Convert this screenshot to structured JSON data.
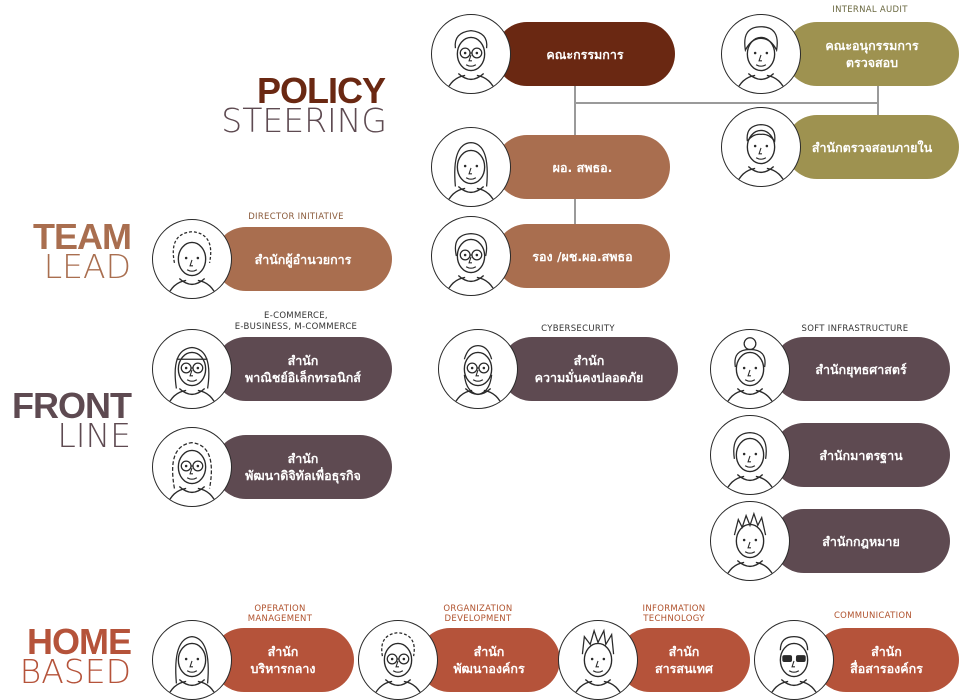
{
  "sections": {
    "policy": {
      "bold": "POLICY",
      "light": "STEERING"
    },
    "team": {
      "bold": "TEAM",
      "light": "LEAD"
    },
    "front": {
      "bold": "FRONT",
      "light": "LINE"
    },
    "home": {
      "bold": "HOME",
      "light": "BASED"
    }
  },
  "nodes": {
    "board": {
      "label": "คณะกรรมการ"
    },
    "audit_committee": {
      "caption": "INTERNAL AUDIT",
      "line1": "คณะอนุกรรมการ",
      "line2": "ตรวจสอบ"
    },
    "internal_audit_office": {
      "label": "สำนักตรวจสอบภายใน"
    },
    "director": {
      "label": "ผอ. สพธอ."
    },
    "deputy": {
      "label": "รอง /ผช.ผอ.สพธอ"
    },
    "director_office": {
      "caption": "DIRECTOR INITIATIVE",
      "label": "สำนักผู้อำนวยการ"
    },
    "ecommerce": {
      "caption1": "E-COMMERCE,",
      "caption2": "E-BUSINESS, M-COMMERCE",
      "line1": "สำนัก",
      "line2": "พาณิชย์อิเล็กทรอนิกส์"
    },
    "digital_business": {
      "line1": "สำนัก",
      "line2": "พัฒนาดิจิทัลเพื่อธุรกิจ"
    },
    "cybersecurity": {
      "caption": "CYBERSECURITY",
      "line1": "สำนัก",
      "line2": "ความมั่นคงปลอดภัย"
    },
    "strategy": {
      "caption": "SOFT INFRASTRUCTURE",
      "label": "สำนักยุทธศาสตร์"
    },
    "standards": {
      "label": "สำนักมาตรฐาน"
    },
    "law": {
      "label": "สำนักกฎหมาย"
    },
    "operation": {
      "caption1": "OPERATION",
      "caption2": "MANAGEMENT",
      "line1": "สำนัก",
      "line2": "บริหารกลาง"
    },
    "organization": {
      "caption1": "ORGANIZATION",
      "caption2": "DEVELOPMENT",
      "line1": "สำนัก",
      "line2": "พัฒนาองค์กร"
    },
    "it": {
      "caption1": "INFORMATION",
      "caption2": "TECHNOLOGY",
      "line1": "สำนัก",
      "line2": "สารสนเทศ"
    },
    "communication": {
      "caption": "COMMUNICATION",
      "line1": "สำนัก",
      "line2": "สื่อสารองค์กร"
    }
  },
  "colors": {
    "board": "#6a2812",
    "executive": "#a96e4f",
    "audit": "#9e9250",
    "front_line": "#5e4a51",
    "home_based": "#b5533a",
    "section_bold": "#6a2812",
    "section_bold_orange": "#b5533a",
    "section_light": "#5e4a51"
  },
  "icons": {
    "board": "elderly-man-glasses-avatar-icon",
    "audit_committee": "woman-headwrap-avatar-icon",
    "internal_audit_office": "young-man-avatar-icon",
    "director": "woman-long-hair-avatar-icon",
    "deputy": "older-woman-avatar-icon",
    "director_office": "curly-hair-woman-avatar-icon",
    "ecommerce": "headband-woman-glasses-avatar-icon",
    "digital_business": "wavy-hair-woman-glasses-avatar-icon",
    "cybersecurity": "bearded-man-glasses-avatar-icon",
    "strategy": "bun-hair-woman-avatar-icon",
    "standards": "short-hair-woman-avatar-icon",
    "law": "spiky-hair-person-avatar-icon",
    "operation": "long-hair-woman-avatar-icon",
    "organization": "curly-hair-woman-glasses-avatar-icon",
    "it": "spiky-hair-man-avatar-icon",
    "communication": "man-sunglasses-avatar-icon"
  }
}
